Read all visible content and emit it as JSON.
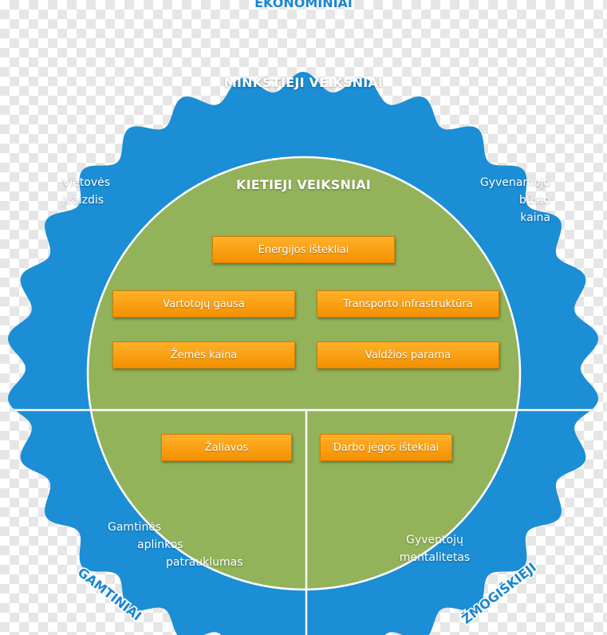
{
  "colors": {
    "outer_blue": "#1b8ed6",
    "inner_green": "#92b35a",
    "factor_orange": "#f9a118",
    "label_blue": "#1a86cf",
    "divider": "#ffffff"
  },
  "categories": {
    "top": "EKONOMINIAI",
    "bottom_left": "GAMTINIAI",
    "bottom_right": "ŽMOGIŠKIEJI"
  },
  "soft_factors": {
    "title": "MINKŠTIEJI VEIKSNIAI",
    "image": [
      "Vietovės",
      "įvaizdis"
    ],
    "housing_price": [
      "Gyvenamojo",
      "būsto",
      "kaina"
    ],
    "environment": [
      "Gamtinės",
      "aplinkos",
      "patrauklumas"
    ],
    "mentality": [
      "Gyventojų",
      "mentalitetas"
    ]
  },
  "hard_factors": {
    "title": "KIETIEJI VEIKSNIAI",
    "items": {
      "energy": "Energijos ištekliai",
      "consumers": "Vartotojų gausa",
      "transport": "Transporto infrastruktūra",
      "land": "Žemės kaina",
      "government": "Valdžios parama",
      "raw_materials": "Žaliavos",
      "labor": "Darbo jėgos ištekliai"
    }
  }
}
